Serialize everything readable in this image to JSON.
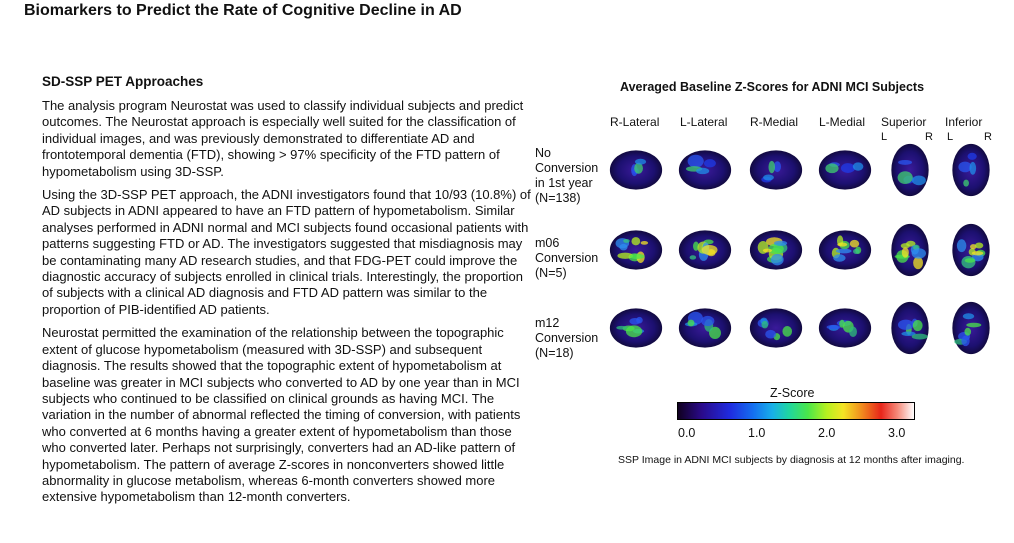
{
  "page": {
    "title": "Biomarkers to Predict the Rate of Cognitive Decline in AD"
  },
  "section": {
    "heading": "SD-SSP PET Approaches",
    "paragraphs": [
      "The analysis program Neurostat was used to classify individual subjects and predict outcomes. The Neurostat approach is especially well suited for the classification of individual images, and was previously demonstrated to differentiate AD and frontotemporal dementia (FTD), showing > 97% specificity of the FTD pattern of hypometabolism using 3D-SSP.",
      "Using the 3D-SSP PET approach, the ADNI investigators found that 10/93 (10.8%) of AD subjects in ADNI appeared to have an FTD pattern of hypometabolism. Similar analyses performed in ADNI normal and MCI subjects found occasional patients with patterns suggesting FTD or AD. The investigators suggested that misdiagnosis may be contaminating many AD research studies, and that FDG-PET could improve the diagnostic accuracy of subjects enrolled in clinical trials. Interestingly, the proportion of subjects with a clinical AD diagnosis and FTD AD pattern was similar to the proportion of PIB-identified AD patients.",
      "Neurostat permitted the examination of the relationship between the topographic extent of glucose hypometabolism (measured with 3D-SSP) and subsequent diagnosis. The results showed that the topographic extent of hypometabolism at baseline was greater in MCI subjects who converted to AD by one year than in MCI subjects who continued to be classified on clinical grounds as having MCI. The variation in the number of abnormal reflected the timing of conversion, with patients who converted at 6 months having a greater extent of hypometabolism than those who converted later. Perhaps not surprisingly, converters had an AD-like pattern of hypometabolism. The pattern of average Z-scores in nonconverters showed little abnormality in glucose metabolism, whereas 6-month converters showed more extensive hypometabolism than 12-month converters."
    ]
  },
  "figure": {
    "title": "Averaged Baseline Z-Scores for ADNI MCI Subjects",
    "views": [
      "R-Lateral",
      "L-Lateral",
      "R-Medial",
      "L-Medial",
      "Superior",
      "Inferior"
    ],
    "lr_markers": [
      "L",
      "R",
      "L",
      "R"
    ],
    "rows": [
      {
        "lines": [
          "No",
          "Conversion",
          "in 1st year",
          "(N=138)"
        ],
        "intensity": "low"
      },
      {
        "lines": [
          "m06",
          "Conversion",
          "(N=5)"
        ],
        "intensity": "high"
      },
      {
        "lines": [
          "m12",
          "Conversion",
          "(N=18)"
        ],
        "intensity": "medium"
      }
    ],
    "colorbar": {
      "label": "Z-Score",
      "ticks": [
        "0.0",
        "1.0",
        "2.0",
        "3.0"
      ],
      "colors": [
        "#100020",
        "#2a0a8a",
        "#1f2be0",
        "#18b0e8",
        "#4ae64a",
        "#f4e424",
        "#e8251a",
        "#ffffff"
      ]
    },
    "caption": "SSP Image in ADNI MCI subjects by diagnosis at 12 months after imaging."
  }
}
